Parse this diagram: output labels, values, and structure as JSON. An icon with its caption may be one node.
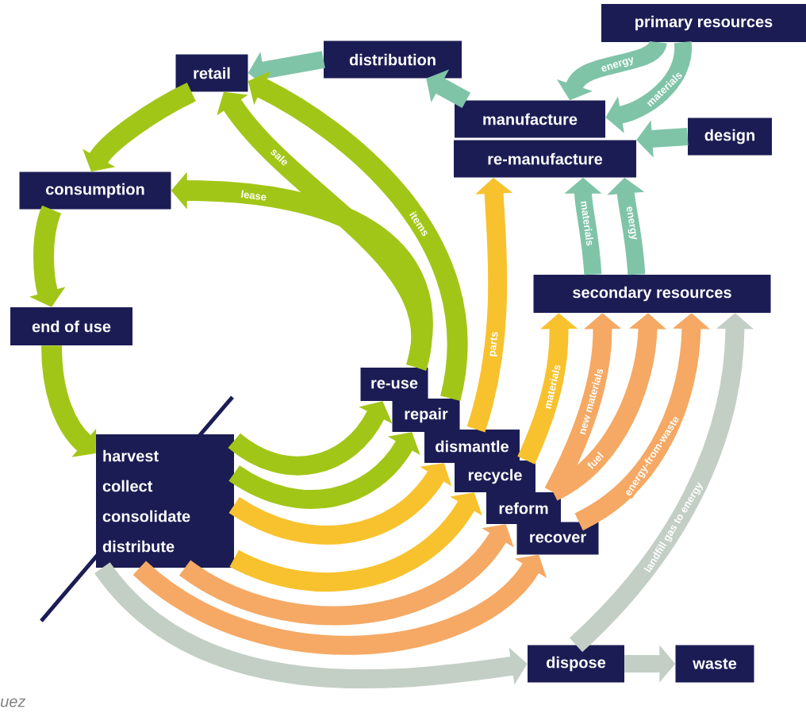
{
  "diagram": {
    "nodes": [
      {
        "text": [
          "primary resources"
        ]
      },
      {
        "text": [
          "distribution"
        ]
      },
      {
        "text": [
          "retail"
        ]
      },
      {
        "text": [
          "manufacture"
        ]
      },
      {
        "text": [
          "design"
        ]
      },
      {
        "text": [
          "re-manufacture"
        ]
      },
      {
        "text": [
          "consumption"
        ]
      },
      {
        "text": [
          "secondary resources"
        ]
      },
      {
        "text": [
          "end of use"
        ]
      },
      {
        "text": [
          "harvest",
          "collect",
          "consolidate",
          "distribute"
        ]
      },
      {
        "text": [
          "re-use"
        ]
      },
      {
        "text": [
          "repair"
        ]
      },
      {
        "text": [
          "dismantle"
        ]
      },
      {
        "text": [
          "recycle"
        ]
      },
      {
        "text": [
          "reform"
        ]
      },
      {
        "text": [
          "recover"
        ]
      },
      {
        "text": [
          "dispose"
        ]
      },
      {
        "text": [
          "waste"
        ]
      }
    ],
    "edges": [
      {
        "from": 1,
        "to": 2,
        "arrow": "to",
        "color": "#80c4a8"
      },
      {
        "from": 3,
        "to": 1,
        "arrow": "to",
        "color": "#80c4a8"
      },
      {
        "from": 0,
        "to": 3,
        "arrow": "to",
        "label": "energy",
        "color": "#80c4a8"
      },
      {
        "from": 0,
        "to": 3,
        "arrow": "to",
        "label": "materials",
        "color": "#80c4a8"
      },
      {
        "from": 4,
        "to": 5,
        "arrow": "to",
        "color": "#80c4a8"
      },
      {
        "from": 7,
        "to": 5,
        "arrow": "to",
        "label": "materials",
        "color": "#80c4a8"
      },
      {
        "from": 7,
        "to": 5,
        "arrow": "to",
        "label": "energy",
        "color": "#80c4a8"
      },
      {
        "from": 2,
        "to": 6,
        "arrow": "to",
        "color": "#a2c617"
      },
      {
        "from": 6,
        "to": 8,
        "arrow": "to",
        "color": "#a2c617"
      },
      {
        "from": 8,
        "to": 9,
        "arrow": "to",
        "color": "#a2c617"
      },
      {
        "from": 9,
        "to": 10,
        "arrow": "to",
        "color": "#a2c617"
      },
      {
        "from": 9,
        "to": 11,
        "arrow": "to",
        "color": "#a2c617"
      },
      {
        "from": 9,
        "to": 12,
        "arrow": "to",
        "color": "#f8c22e"
      },
      {
        "from": 9,
        "to": 13,
        "arrow": "to",
        "color": "#f8c22e"
      },
      {
        "from": 9,
        "to": 14,
        "arrow": "to",
        "color": "#f5a964"
      },
      {
        "from": 9,
        "to": 15,
        "arrow": "to",
        "color": "#f5a964"
      },
      {
        "from": 9,
        "to": 16,
        "arrow": "to",
        "color": "#c3cfc5"
      },
      {
        "from": 10,
        "to": 2,
        "arrow": "to",
        "label": "sale",
        "color": "#a2c617"
      },
      {
        "from": 10,
        "to": 6,
        "arrow": "to",
        "label": "lease",
        "color": "#a2c617"
      },
      {
        "from": 11,
        "to": 2,
        "arrow": "to",
        "label": "items",
        "color": "#a2c617"
      },
      {
        "from": 12,
        "to": 5,
        "arrow": "to",
        "label": "parts",
        "color": "#f8c22e"
      },
      {
        "from": 13,
        "to": 7,
        "arrow": "to",
        "label": "materials",
        "color": "#f8c22e"
      },
      {
        "from": 14,
        "to": 7,
        "arrow": "to",
        "label": "new materials",
        "color": "#f5a964"
      },
      {
        "from": 14,
        "to": 7,
        "arrow": "to",
        "label": "fuel",
        "color": "#f5a964"
      },
      {
        "from": 15,
        "to": 7,
        "arrow": "to",
        "label": "energy-from-waste",
        "color": "#f5a964"
      },
      {
        "from": 16,
        "to": 7,
        "arrow": "to",
        "label": "landfill gas to energy",
        "color": "#c3cfc5"
      },
      {
        "from": 16,
        "to": 17,
        "arrow": "to",
        "color": "#c3cfc5"
      }
    ],
    "labels": [
      "uez"
    ]
  }
}
